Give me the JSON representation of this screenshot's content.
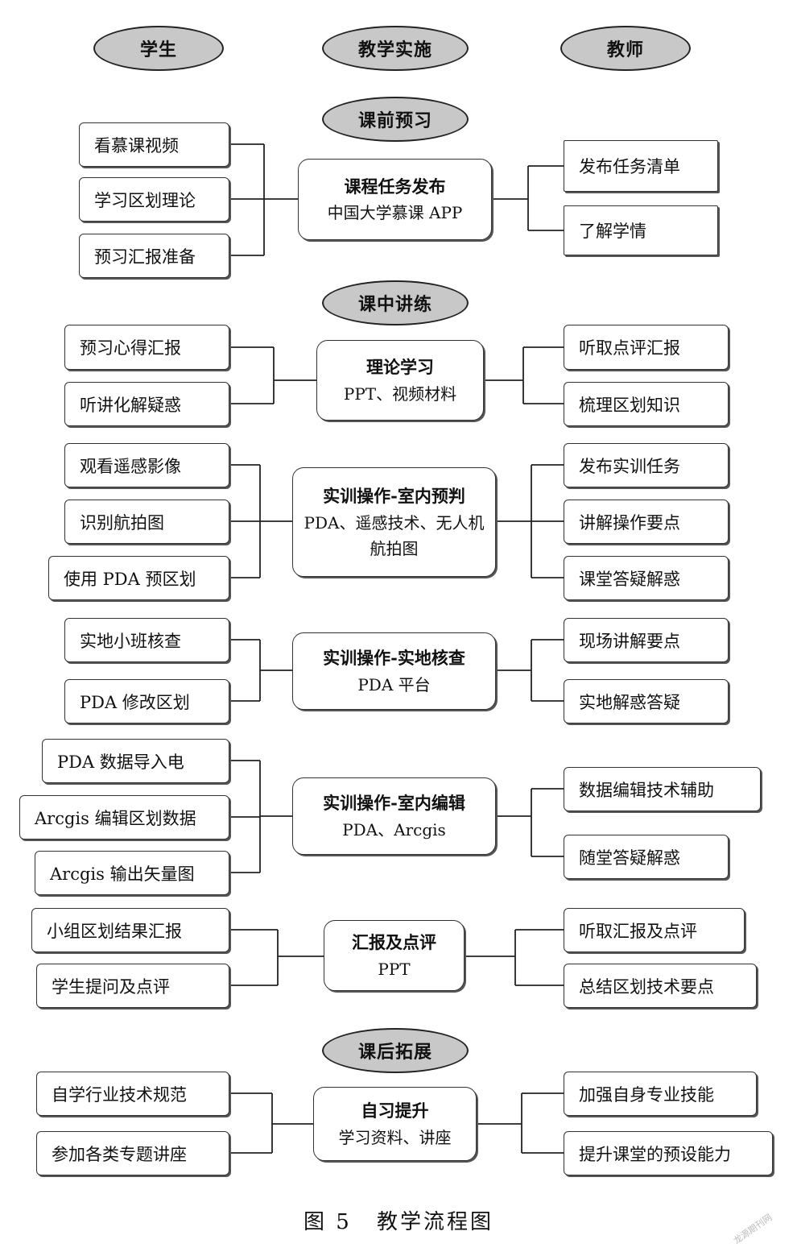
{
  "headers": {
    "student": "学生",
    "implementation": "教学实施",
    "teacher": "教师"
  },
  "stages": {
    "pre": "课前预习",
    "mid": "课中讲练",
    "post": "课后拓展"
  },
  "centers": {
    "c1": {
      "title": "课程任务发布",
      "sub": "中国大学慕课 APP"
    },
    "c2": {
      "title": "理论学习",
      "sub": "PPT、视频材料"
    },
    "c3": {
      "title": "实训操作-室内预判",
      "sub": "PDA、遥感技术、无人机航拍图"
    },
    "c4": {
      "title": "实训操作-实地核查",
      "sub": "PDA 平台"
    },
    "c5": {
      "title": "实训操作-室内编辑",
      "sub": "PDA、Arcgis"
    },
    "c6": {
      "title": "汇报及点评",
      "sub": "PPT"
    },
    "c7": {
      "title": "自习提升",
      "sub": "学习资料、讲座"
    }
  },
  "left": {
    "l1a": "看慕课视频",
    "l1b": "学习区划理论",
    "l1c": "预习汇报准备",
    "l2a": "预习心得汇报",
    "l2b": "听讲化解疑惑",
    "l3a": "观看遥感影像",
    "l3b": "识别航拍图",
    "l3c": "使用 PDA 预区划",
    "l4a": "实地小班核查",
    "l4b": "PDA 修改区划",
    "l5a": "PDA  数据导入电",
    "l5b": "Arcgis 编辑区划数据",
    "l5c": "Arcgis 输出矢量图",
    "l6a": "小组区划结果汇报",
    "l6b": "学生提问及点评",
    "l7a": "自学行业技术规范",
    "l7b": "参加各类专题讲座"
  },
  "right": {
    "r1a": "发布任务清单",
    "r1b": "了解学情",
    "r2a": "听取点评汇报",
    "r2b": "梳理区划知识",
    "r3a": "发布实训任务",
    "r3b": "讲解操作要点",
    "r3c": "课堂答疑解惑",
    "r4a": "现场讲解要点",
    "r4b": "实地解惑答疑",
    "r5a": "数据编辑技术辅助",
    "r5b": "随堂答疑解惑",
    "r6a": "听取汇报及点评",
    "r6b": "总结区划技术要点",
    "r7a": "加强自身专业技能",
    "r7b": "提升课堂的预设能力"
  },
  "caption": {
    "label": "图 5",
    "text": "教学流程图"
  },
  "watermark": "龙源期刊网"
}
